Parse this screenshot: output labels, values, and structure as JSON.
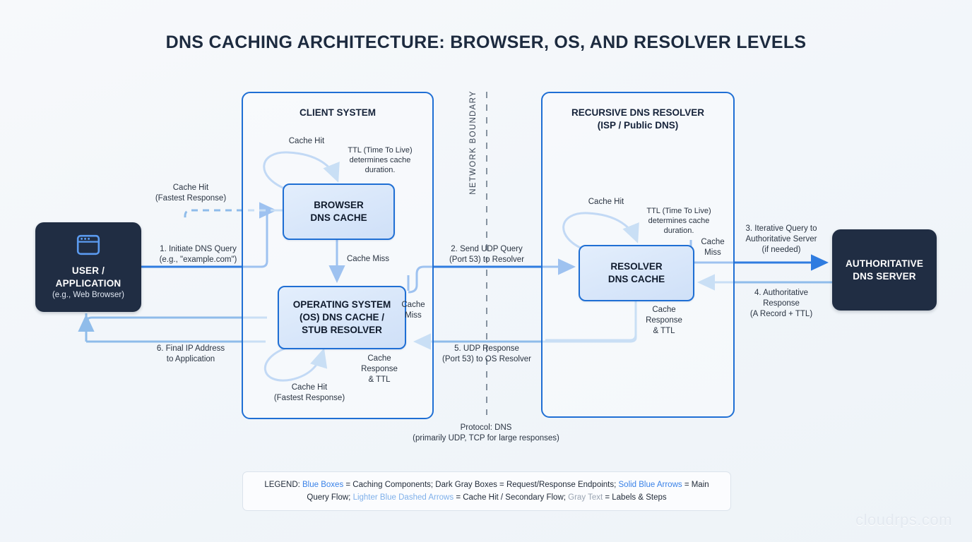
{
  "title": "DNS CACHING ARCHITECTURE: BROWSER, OS, AND RESOLVER LEVELS",
  "colors": {
    "background": "#f4f8fb",
    "accent_blue": "#1f6fd4",
    "solid_arrow": "#2f7ce0",
    "light_arrow": "#8fbcea",
    "dark_box": "#202d43",
    "cache_fill_top": "#e3eefc",
    "cache_fill_bottom": "#cfe0f8",
    "label_text": "#2a3442",
    "watermark": "#e3e9f0"
  },
  "endpoints": {
    "user": {
      "icon": "browser-window-icon",
      "line1": "USER /",
      "line2": "APPLICATION",
      "sub": "(e.g., Web Browser)"
    },
    "authoritative": {
      "line1": "AUTHORITATIVE",
      "line2": "DNS SERVER"
    }
  },
  "groups": {
    "client": {
      "title": "CLIENT SYSTEM"
    },
    "resolver": {
      "title_line1": "RECURSIVE DNS RESOLVER",
      "title_line2": "(ISP / Public DNS)"
    }
  },
  "nodes": {
    "browser_cache": {
      "line1": "BROWSER",
      "line2": "DNS CACHE"
    },
    "os_cache": {
      "line1": "OPERATING SYSTEM",
      "line2": "(OS) DNS CACHE /",
      "line3": "STUB RESOLVER"
    },
    "resolver_cache": {
      "line1": "RESOLVER",
      "line2": "DNS CACHE"
    }
  },
  "labels": {
    "network_boundary": "NETWORK BOUNDARY",
    "browser_cache_hit": "Cache Hit",
    "browser_ttl": "TTL (Time To Live)\ndetermines cache\nduration.",
    "user_cache_hit": "Cache Hit\n(Fastest Response)",
    "step1": "1. Initiate DNS Query\n(e.g., \"example.com\")",
    "browser_cache_miss": "Cache Miss",
    "os_cache_miss": "Cache\nMiss",
    "step2": "2. Send UDP Query\n(Port 53) to Resolver",
    "os_cache_response": "Cache\nResponse\n& TTL",
    "os_cache_hit": "Cache Hit\n(Fastest Response)",
    "step6": "6. Final IP Address\nto Application",
    "step5": "5. UDP Response\n(Port 53) to OS Resolver",
    "resolver_cache_hit": "Cache Hit",
    "resolver_ttl": "TTL (Time To Live)\ndetermines cache\nduration.",
    "resolver_cache_miss": "Cache\nMiss",
    "resolver_cache_response": "Cache\nResponse\n& TTL",
    "step3": "3. Iterative Query to\nAuthoritative Server\n(if needed)",
    "step4": "4. Authoritative\nResponse\n(A Record + TTL)",
    "protocol": "Protocol: DNS\n(primarily UDP, TCP for large responses)"
  },
  "legend": {
    "prefix": "LEGEND: ",
    "p1_blue": "Blue Boxes",
    "p1_rest": " = Caching Components; Dark Gray Boxes = Request/Response Endpoints; ",
    "p2_blue": "Solid Blue Arrows",
    "p2_rest": " = Main Query Flow; ",
    "p3_light": "Lighter Blue Dashed Arrows",
    "p3_rest": " = Cache Hit / Secondary Flow; ",
    "p4_gray": "Gray Text",
    "p4_rest": " = Labels & Steps"
  },
  "watermark": "cloudrps.com"
}
